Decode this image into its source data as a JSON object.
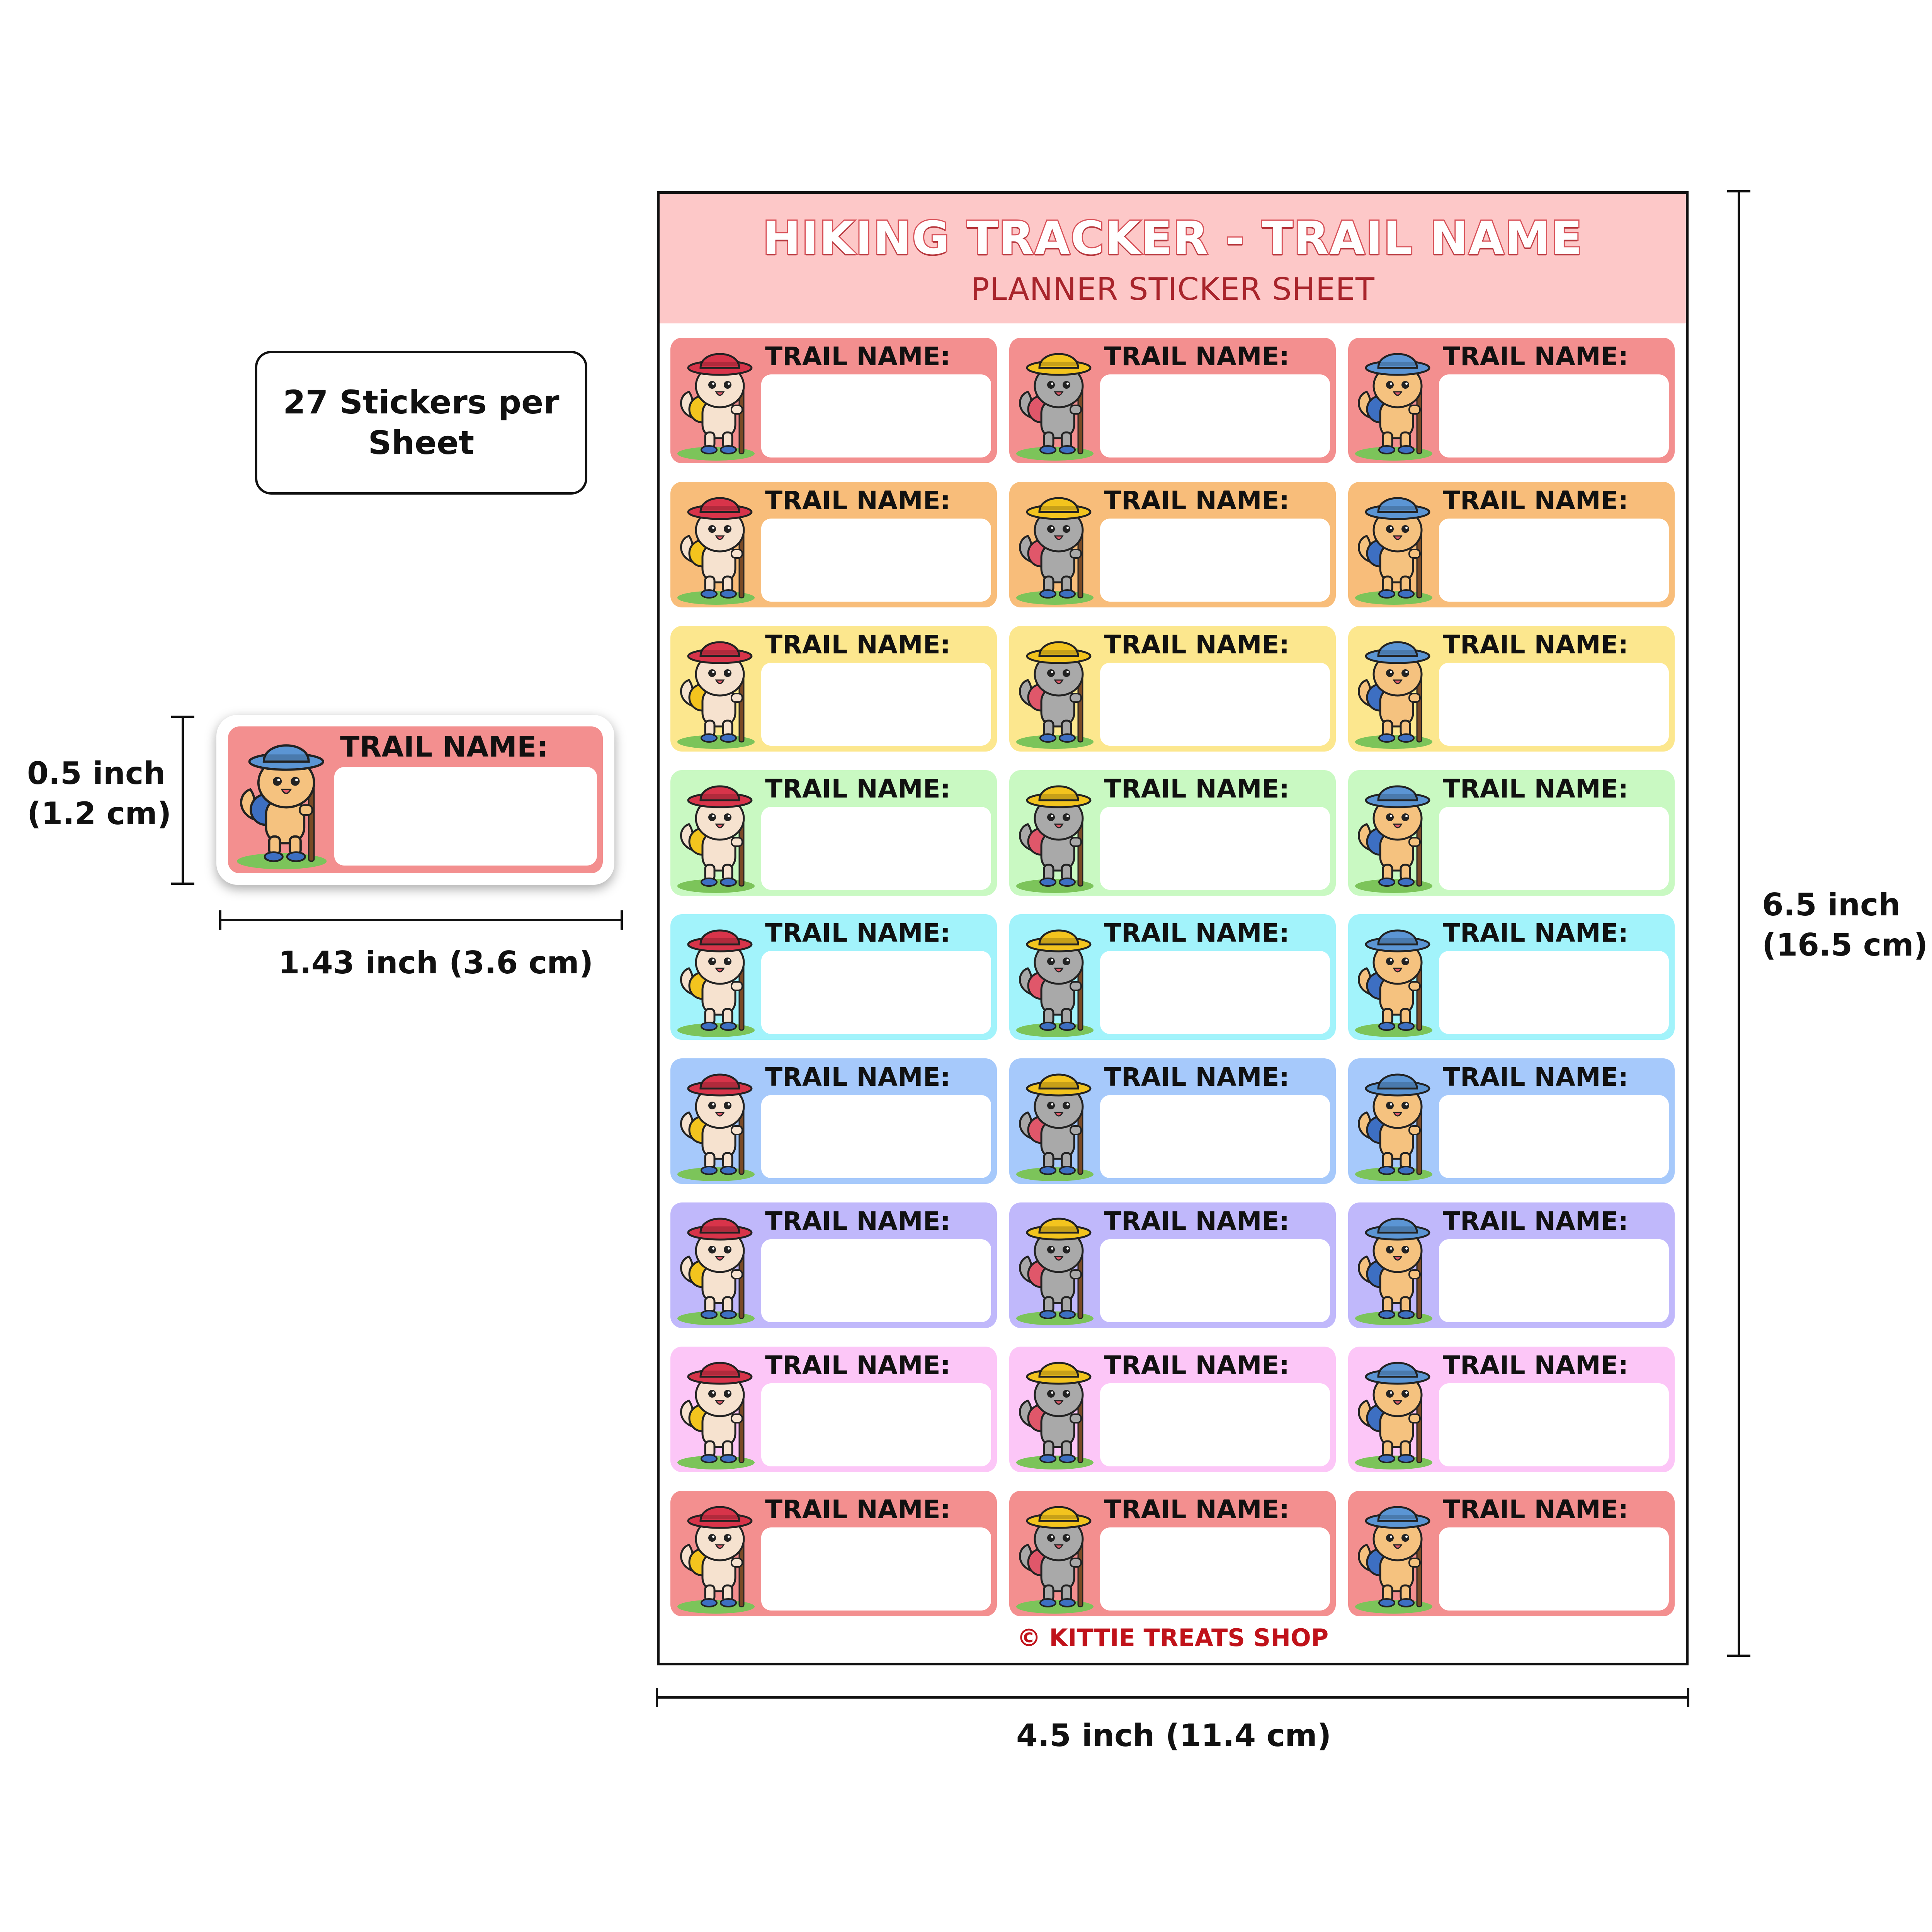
{
  "info": {
    "count_text": "27 Stickers per Sheet"
  },
  "sample": {
    "label": "TRAIL NAME:",
    "height_label_1": "0.5 inch",
    "height_label_2": "(1.2 cm)",
    "width_label": "1.43 inch (3.6 cm)"
  },
  "sheet": {
    "title": "HIKING TRACKER - TRAIL NAME",
    "subtitle": "PLANNER STICKER SHEET",
    "footer": "© KITTIE TREATS SHOP",
    "sticker_label": "TRAIL NAME:",
    "height_label_1": "6.5 inch",
    "height_label_2": "(16.5 cm)",
    "width_label": "4.5 inch (11.4 cm)",
    "row_colors": [
      "#f38f8f",
      "#f8bd7a",
      "#fce78e",
      "#c9f9c2",
      "#a2f3fb",
      "#a6c9fb",
      "#c0b8fb",
      "#fcc6f7",
      "#f38f8f"
    ],
    "hat_colors": [
      "#d8344a",
      "#f3c41e",
      "#5b95d4"
    ],
    "cat_fur": [
      "#f6e2cf",
      "#a9a9a9",
      "#f5c27f"
    ]
  }
}
